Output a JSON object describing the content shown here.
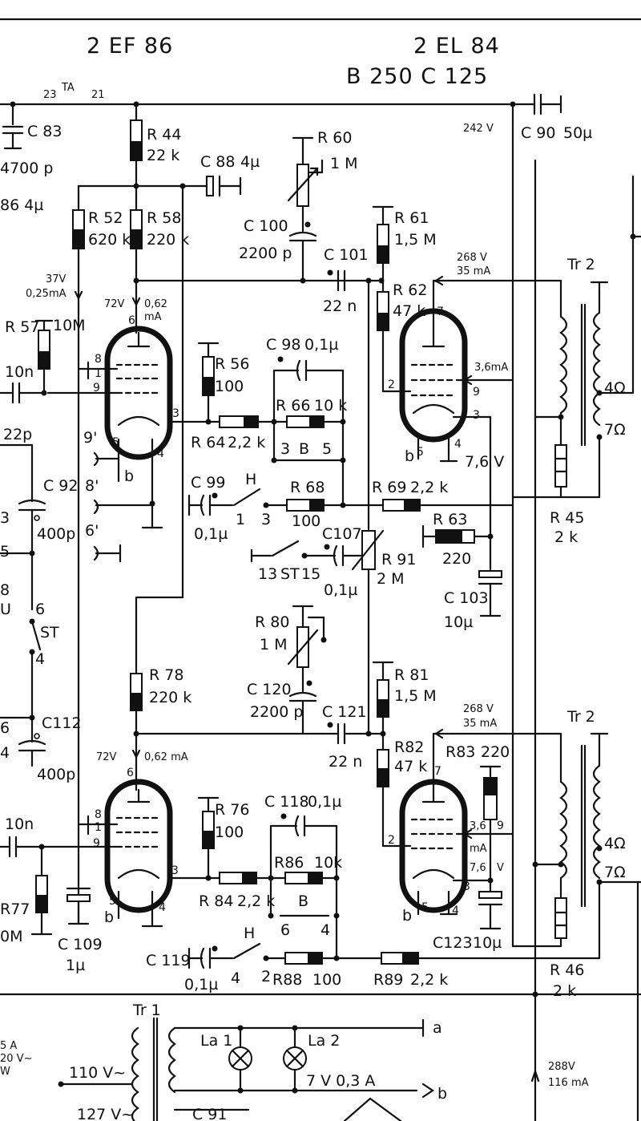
{
  "tubes": {
    "pre": "2 EF 86",
    "power": "2 EL 84",
    "rectifier": "B 250 C 125"
  },
  "components": {
    "TA": "TA",
    "TA_pin_a": "23",
    "TA_pin_b": "21",
    "C83": "C 83",
    "C83_val": "4700 p",
    "C86_val": "86  4µ",
    "R44": "R 44",
    "R44_val": "22 k",
    "C88": "C 88",
    "C88_val": "4µ",
    "R52": "R 52",
    "R52_val": "620 k",
    "R58": "R 58",
    "R58_val": "220 k",
    "R60": "R 60",
    "R60_val": "1 M",
    "C100": "C 100",
    "C100_val": "2200 p",
    "C101": "C 101",
    "C101_val": "22 n",
    "R61": "R 61",
    "R61_val": "1,5 M",
    "R62": "R 62",
    "R62_val": "47 k",
    "C90": "C 90",
    "C90_val": "50µ",
    "Tr2_top": "Tr  2",
    "Tr2_bottom": "Tr  2",
    "R57": "R 57",
    "R57_val": "10M",
    "C_in_top": "10n",
    "R56": "R 56",
    "R56_val": "100",
    "C98": "C 98",
    "C98_val": "0,1µ",
    "R66": "R 66",
    "R66_val": "10 k",
    "R64": "R 64",
    "R64_val": "2,2 k",
    "B_top": "B",
    "C99": "C 99",
    "C99_val": "0,1µ",
    "H_top": "H",
    "R68": "R 68",
    "R68_val": "100",
    "R69": "R 69",
    "R69_val": "2,2 k",
    "R45": "R 45",
    "R45_val": "2 k",
    "R63": "R 63",
    "R63_val": "220",
    "C107": "C107",
    "C107_val": "0,1µ",
    "R91": "R 91",
    "R91_val": "2 M",
    "ST_top": "ST",
    "C103": "C 103",
    "C103_val": "10µ",
    "C92": "C 92",
    "C92_val": "400p",
    "C92_top": "22p",
    "ST_left": "ST",
    "R80": "R 80",
    "R80_val": "1 M",
    "R78": "R 78",
    "R78_val": "220 k",
    "C120": "C 120",
    "C120_val": "2200 p",
    "C121": "C 121",
    "C121_val": "22 n",
    "R81": "R 81",
    "R81_val": "1,5 M",
    "R82": "R82",
    "R82_val": "47 k",
    "R83": "R83",
    "R83_val": "220",
    "C112": "C112",
    "C112_val": "400p",
    "C_in_bottom": "10n",
    "R76": "R 76",
    "R76_val": "100",
    "C118": "C 118",
    "C118_val": "0,1µ",
    "R86": "R86",
    "R86_val": "10k",
    "R84": "R 84",
    "R84_val": "2,2 k",
    "B_bottom": "B",
    "R77": "R77",
    "R77_val": "0M",
    "C109": "C 109",
    "C109_val": "1µ",
    "C123": "C123",
    "C123_val": "10µ",
    "C119": "C 119",
    "C119_val": "0,1µ",
    "H_bottom": "H",
    "R88": "R88",
    "R88_val": "100",
    "R89": "R89",
    "R89_val": "2,2 k",
    "R46": "R 46",
    "R46_val": "2 k",
    "Tr1": "Tr  1",
    "La1": "La 1",
    "La2": "La 2",
    "lamp_rating": "7 V  0,3 A",
    "C91": "C 91",
    "spk_4": "4Ω",
    "spk_7": "7Ω"
  },
  "voltages": {
    "v242": "242 V",
    "v37": "37V",
    "v37_i": "0,25mA",
    "v72_top": "72V",
    "i062_top": "0,62",
    "i062_top_unit": "mA",
    "v268_top": "268 V",
    "i35_top": "35 mA",
    "i36_top": "3,6mA",
    "v76_top": "7,6  V",
    "v72_bottom": "72V",
    "i062_bottom": "0,62 mA",
    "v268_bottom": "268 V",
    "i35_bottom": "35 mA",
    "i36_bottom": "3,6",
    "i36_bottom_unit": "mA",
    "v76_bottom": "7,6",
    "v76_bottom_unit": "V",
    "v288": "288V",
    "i116": "116 mA",
    "mains_110": "110 V~",
    "mains_127": "127 V~",
    "left_a": "5 A",
    "left_220": "20 V~",
    "left_w": "W"
  },
  "pins": {
    "p8": "8",
    "p1": "1",
    "p9": "9",
    "p6": "6",
    "p3": "3",
    "p5": "5",
    "p4": "4",
    "p7": "7",
    "p2": "2",
    "sw1": "1",
    "sw3": "3",
    "sw13": "13",
    "sw15": "15",
    "sw4": "4",
    "sw2": "2",
    "sw6": "6",
    "b3": "3",
    "b5": "5",
    "b6": "6",
    "b4": "4",
    "st6": "6",
    "st4": "4",
    "j9": "9'",
    "j8": "8'",
    "j6": "6'",
    "b": "b",
    "a": "a",
    "left3": "3",
    "left5": "5",
    "left8": "8",
    "leftU": "U",
    "left6": "6",
    "left4": "4"
  }
}
